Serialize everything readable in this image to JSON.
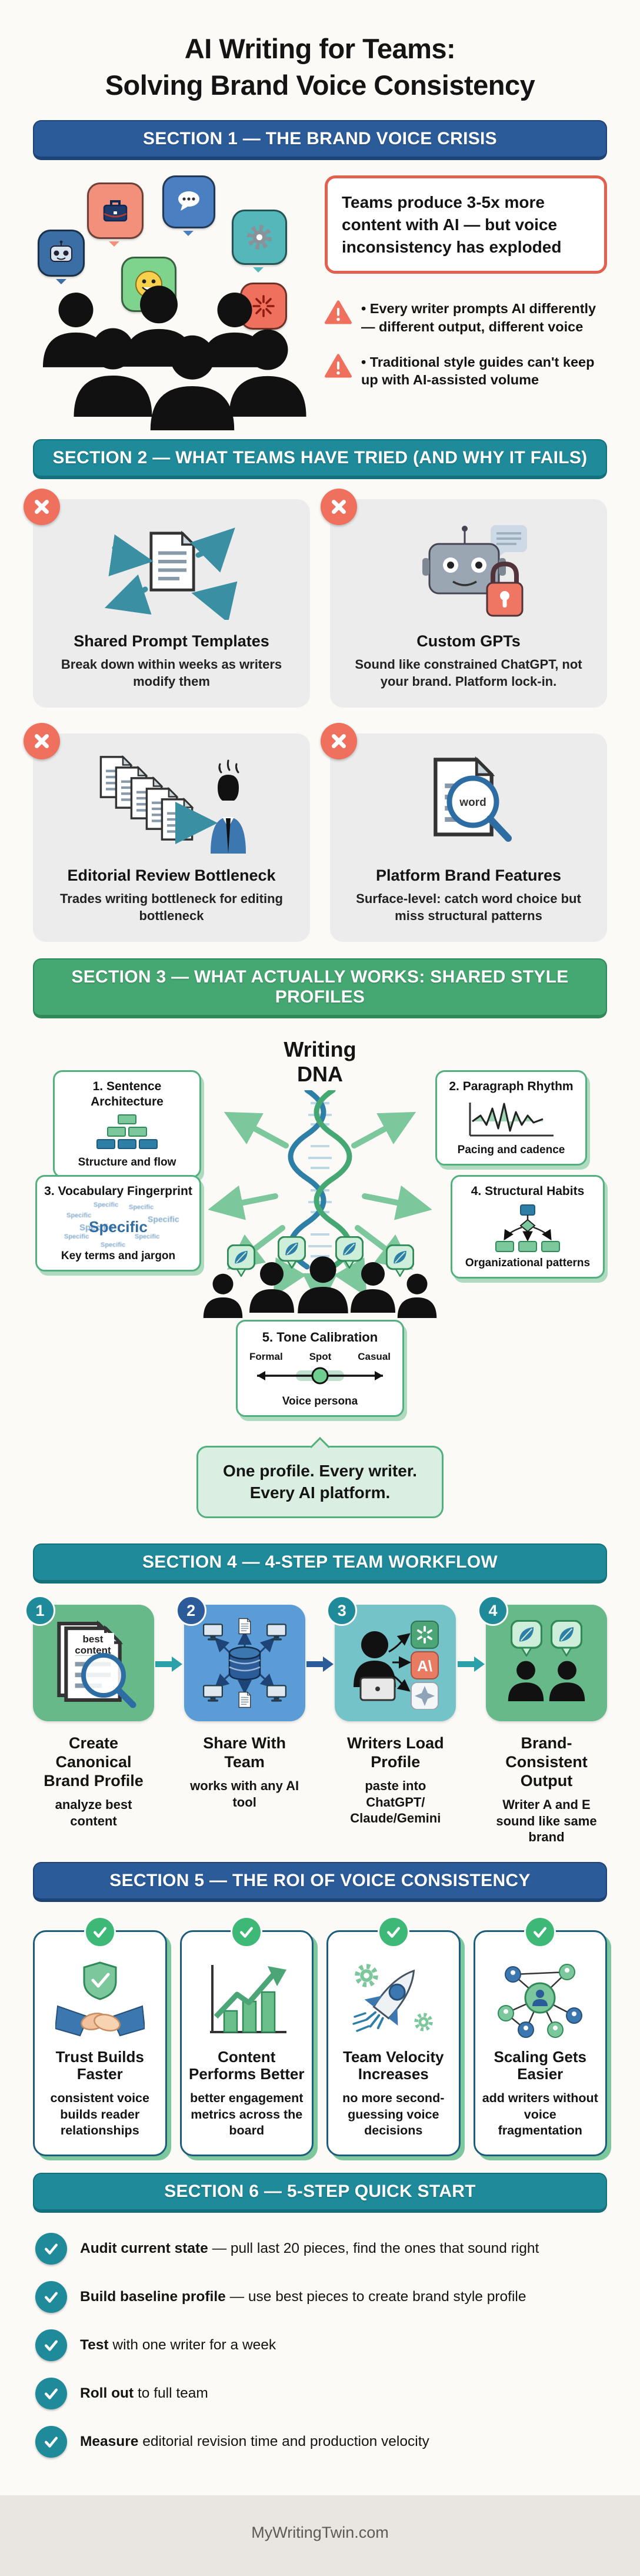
{
  "colors": {
    "blue": "#2b5c99",
    "blueDark": "#1d4377",
    "teal": "#1f8a99",
    "tealDark": "#15707d",
    "green": "#45a771",
    "greenDark": "#2f8a58",
    "salmon": "#ef705c",
    "cardGray": "#ececec",
    "lightGreen": "#daeee1",
    "mint": "#bfe0cc",
    "stepGreen": "#67b98a",
    "stepBlue": "#5b9cd6",
    "stepTeal": "#74c3c9",
    "roiBorder": "#1c5d7c",
    "roiShadow": "#7cc79c",
    "checkGreen": "#3eb876",
    "footerBg": "#e9e5e0",
    "bg": "#fbfaf6",
    "ink": "#141414"
  },
  "title": {
    "line1": "AI Writing for Teams:",
    "line2": "Solving Brand Voice Consistency"
  },
  "footer": {
    "site": "MyWritingTwin.com"
  },
  "section1": {
    "header": "SECTION 1 — THE BRAND VOICE CRISIS",
    "illustration_icons": [
      "briefcase-icon",
      "chat-dots-icon",
      "gear-icon",
      "robot-icon",
      "smiley-icon",
      "anger-burst-icon"
    ],
    "stat": "Teams produce 3-5x more content with AI — but voice inconsistency has exploded",
    "bullets": [
      "• Every writer prompts AI differently — different output, different voice",
      "• Traditional style guides can't keep up with AI-assisted volume"
    ]
  },
  "section2": {
    "header": "SECTION 2 — WHAT TEAMS HAVE TRIED (AND WHY IT FAILS)",
    "cards": [
      {
        "icon": "document-sync-icon",
        "title": "Shared Prompt Templates",
        "desc": "Break down within weeks as writers modify them"
      },
      {
        "icon": "robot-lock-icon",
        "title": "Custom GPTs",
        "desc": "Sound like constrained ChatGPT, not your brand. Platform lock-in."
      },
      {
        "icon": "document-stack-reviewer-icon",
        "title": "Editorial Review Bottleneck",
        "desc": "Trades writing bottleneck for editing bottleneck"
      },
      {
        "icon": "word-magnifier-icon",
        "title": "Platform Brand Features",
        "desc": "Surface-level: catch word choice but miss structural patterns"
      }
    ]
  },
  "section3": {
    "header": "SECTION 3 — WHAT ACTUALLY WORKS: SHARED STYLE PROFILES",
    "center_title_line1": "Writing",
    "center_title_line2": "DNA",
    "cards": [
      {
        "icon": "sentence-blocks-icon",
        "title": "1. Sentence Architecture",
        "caption": "Structure and flow"
      },
      {
        "icon": "rhythm-waveform-icon",
        "title": "2. Paragraph Rhythm",
        "caption": "Pacing and cadence"
      },
      {
        "icon": "word-cloud",
        "title": "3. Vocabulary Fingerprint",
        "caption": "Key terms and jargon",
        "cloud_word": "Specific"
      },
      {
        "icon": "structure-flowchart-icon",
        "title": "4. Structural Habits",
        "caption": "Organizational patterns"
      }
    ],
    "tone": {
      "title": "5. Tone Calibration",
      "label_left": "Formal",
      "label_mid": "Spot",
      "label_right": "Casual",
      "caption": "Voice persona"
    },
    "quote_line1": "One profile. Every writer.",
    "quote_line2": "Every AI platform."
  },
  "section4": {
    "header": "SECTION 4 — 4-STEP TEAM WORKFLOW",
    "steps": [
      {
        "num": "1",
        "icon": "best-content-magnifier-icon",
        "icon_text_line1": "best",
        "icon_text_line2": "content",
        "title": "Create Canonical Brand Profile",
        "desc": "analyze best content"
      },
      {
        "num": "2",
        "icon": "share-network-icon",
        "title": "Share With Team",
        "desc": "works with any AI tool"
      },
      {
        "num": "3",
        "icon": "writer-ai-tools-icon",
        "claude_label": "A\\",
        "title": "Writers Load Profile",
        "desc": "paste into ChatGPT/ Claude/Gemini"
      },
      {
        "num": "4",
        "icon": "consistent-writers-icon",
        "title": "Brand-Consistent Output",
        "desc": "Writer A and E sound like same brand"
      }
    ]
  },
  "section5": {
    "header": "SECTION 5 — THE ROI OF VOICE CONSISTENCY",
    "cards": [
      {
        "icon": "handshake-shield-icon",
        "title": "Trust Builds Faster",
        "desc": "consistent voice builds reader relationships"
      },
      {
        "icon": "growth-chart-icon",
        "title": "Content Performs Better",
        "desc": "better engagement metrics across the board"
      },
      {
        "icon": "rocket-gears-icon",
        "title": "Team Velocity Increases",
        "desc": "no more second-guessing voice decisions"
      },
      {
        "icon": "scaling-network-icon",
        "title": "Scaling Gets Easier",
        "desc": "add writers without voice fragmentation"
      }
    ]
  },
  "section6": {
    "header": "SECTION 6 — 5-STEP QUICK START",
    "items": [
      {
        "bold": "Audit current state",
        "rest": " — pull last 20 pieces, find the ones that sound right"
      },
      {
        "bold": "Build baseline profile",
        "rest": " — use best pieces to create brand style profile"
      },
      {
        "bold": "Test",
        "rest": " with one writer for a week"
      },
      {
        "bold": "Roll out",
        "rest": " to full team"
      },
      {
        "bold": "Measure",
        "rest": " editorial revision time and production velocity"
      }
    ]
  }
}
